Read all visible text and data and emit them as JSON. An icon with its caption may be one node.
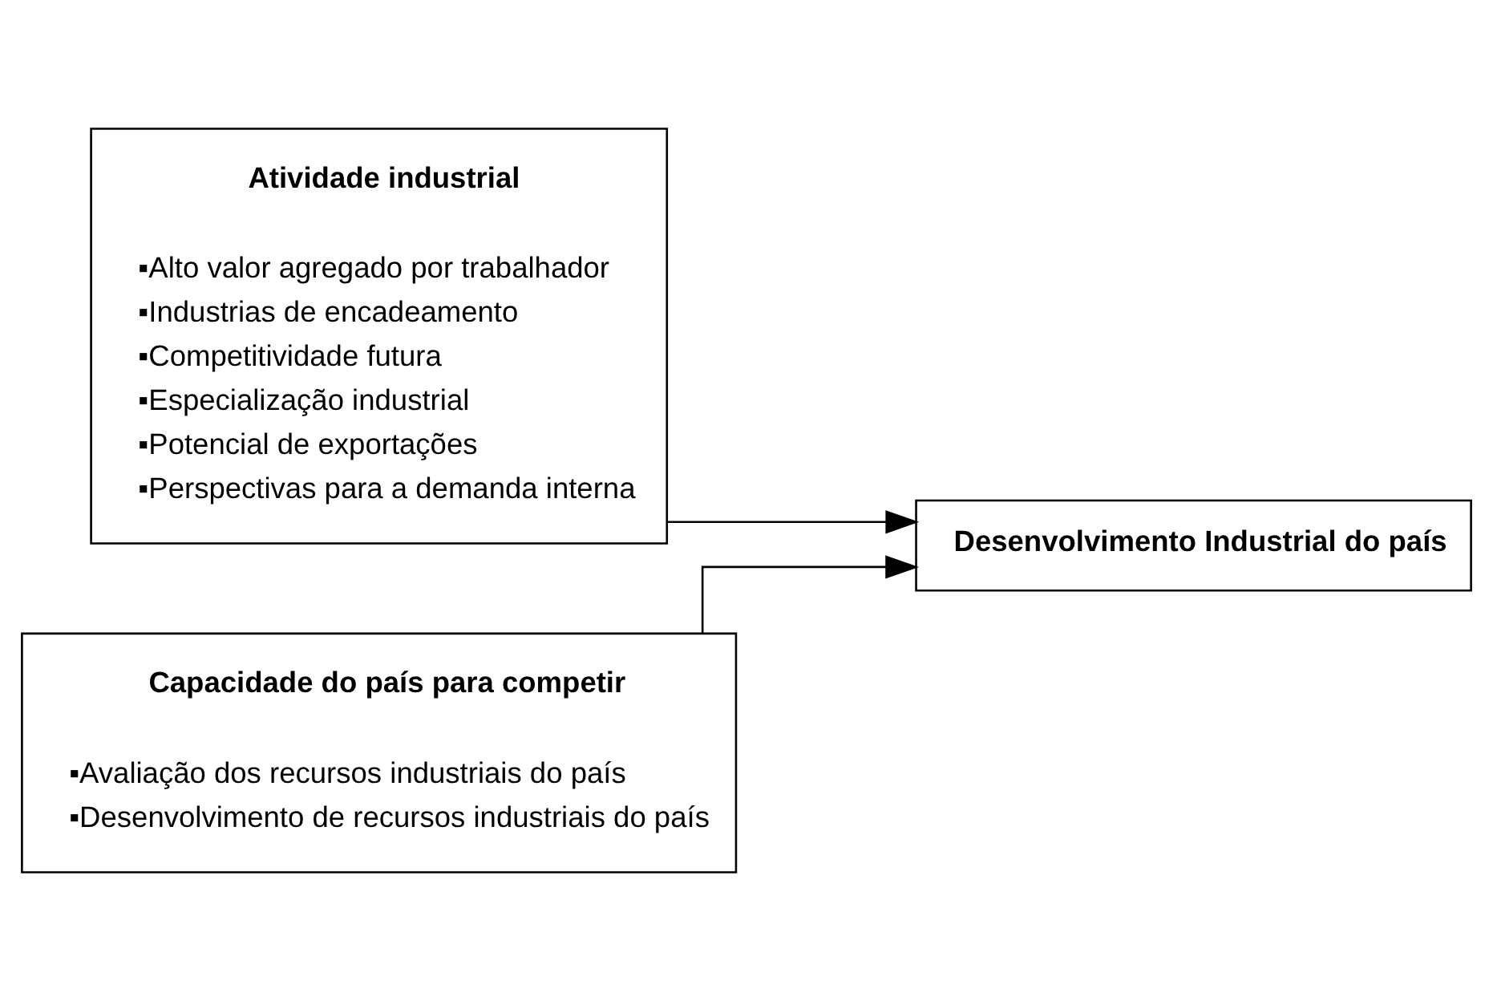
{
  "diagram": {
    "nodes": [
      {
        "text": [
          "Atividade industrial",
          "▪Alto valor agregado por trabalhador",
          "▪Industrias de encadeamento",
          "▪Competitividade futura",
          "▪Especialização industrial",
          "▪Potencial de exportações",
          "▪Perspectivas para a demanda interna"
        ]
      },
      {
        "text": [
          "Capacidade do país para competir",
          "▪Avaliação dos recursos industriais do país",
          "▪Desenvolvimento de recursos industriais do país"
        ]
      },
      {
        "text": [
          "Desenvolvimento Industrial do país"
        ]
      }
    ],
    "edges": [
      {
        "from": 0,
        "to": 2,
        "arrow": "to"
      },
      {
        "from": 1,
        "to": 2,
        "arrow": "to"
      }
    ]
  }
}
